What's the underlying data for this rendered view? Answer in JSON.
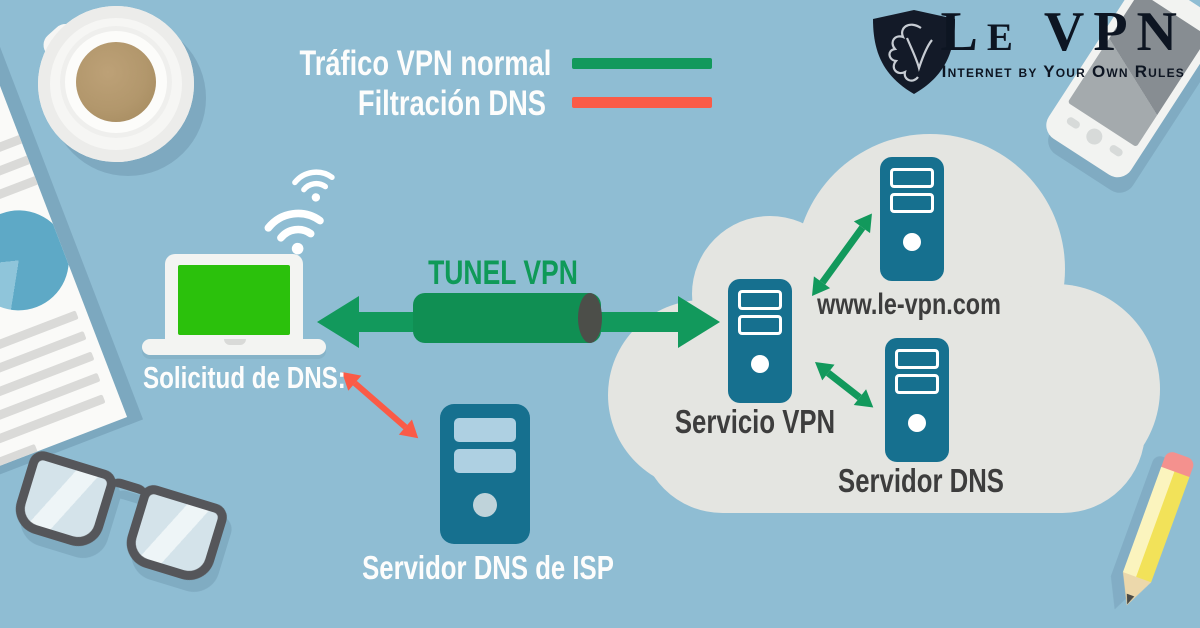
{
  "legend": {
    "items": [
      {
        "label": "Tráfico VPN normal",
        "color": "#12995c"
      },
      {
        "label": "Filtración DNS",
        "color": "#fa5b47"
      }
    ]
  },
  "logo": {
    "title": "Le VPN",
    "tagline": "Internet by Your Own Rules",
    "color": "#0d1522"
  },
  "labels": {
    "tunnel": "TUNEL VPN",
    "dns_request": "Solicitud de DNS:",
    "isp_dns_server": "Servidor DNS de ISP",
    "vpn_service": "Servicio VPN",
    "website": "www.le-vpn.com",
    "dns_server": "Servidor DNS"
  },
  "colors": {
    "background": "#8fbdd3",
    "cloud": "#e4e5e1",
    "server_teal": "#16708f",
    "vpn_green": "#12995c",
    "leak_red": "#fa5b47",
    "laptop_screen_green": "#2bc10c",
    "dark_text": "#3d3d3d",
    "white_text": "#fdfdfc"
  }
}
